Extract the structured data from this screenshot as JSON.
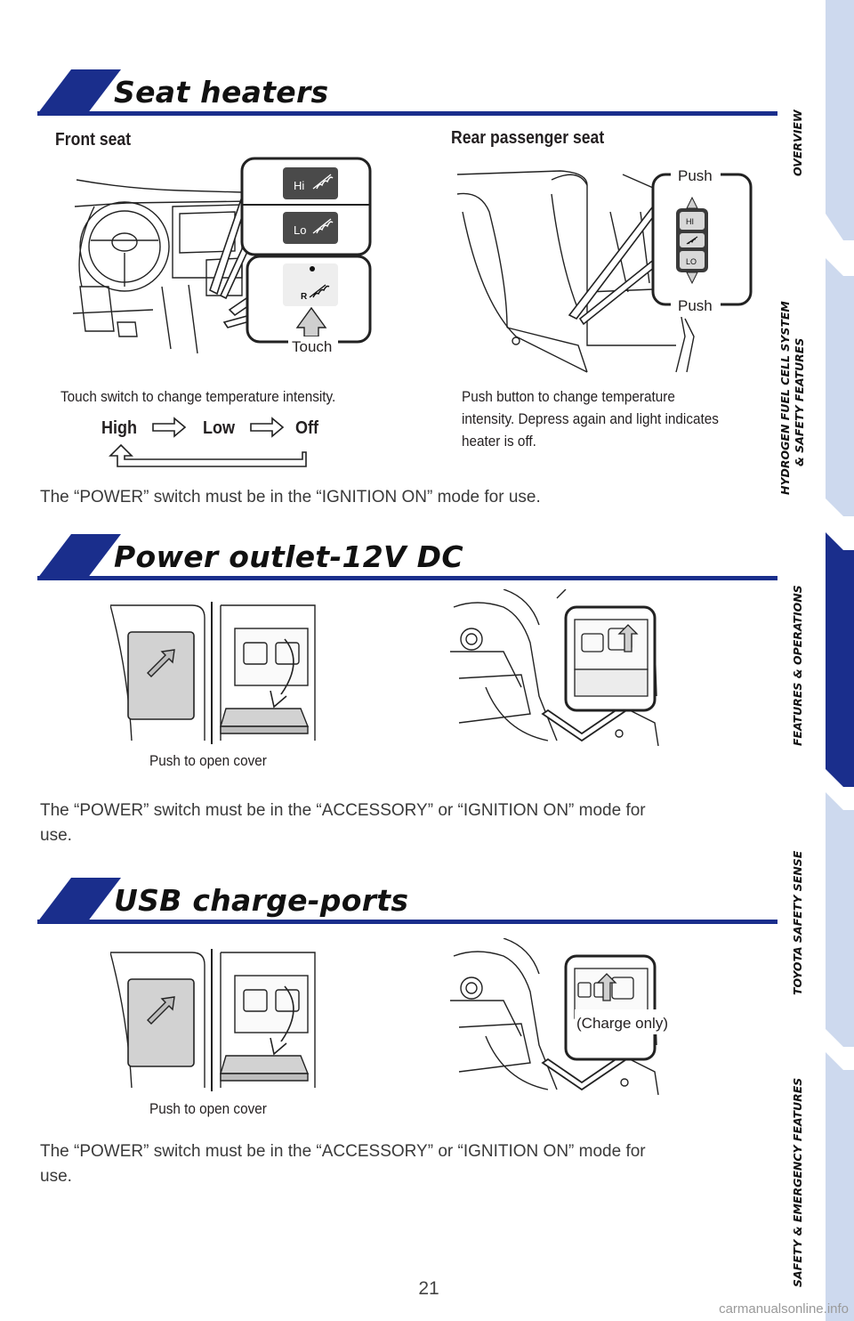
{
  "sections": {
    "seat_heaters": {
      "title": "Seat heaters",
      "front_label": "Front seat",
      "rear_label": "Rear passenger seat",
      "touch_label": "Touch",
      "push_top_label": "Push",
      "push_bottom_label": "Push",
      "hi_label": "Hi",
      "lo_label": "Lo",
      "rear_hi_label": "HI",
      "rear_lo_label": "LO",
      "r_label": "R",
      "front_caption": "Touch switch to change temperature intensity.",
      "rear_caption_1": "Push button to change temperature",
      "rear_caption_2": "intensity. Depress again and light indicates",
      "rear_caption_3": "heater is off.",
      "flow": {
        "high": "High",
        "low": "Low",
        "off": "Off"
      },
      "note": "The “POWER” switch must be in the “IGNITION ON” mode for use."
    },
    "power_outlet": {
      "title": "Power outlet-12V DC",
      "caption": "Push to open cover",
      "note_1": "The “POWER” switch must be in the “ACCESSORY” or “IGNITION ON” mode for",
      "note_2": "use."
    },
    "usb": {
      "title": "USB charge-ports",
      "caption": "Push to open cover",
      "charge_only": "(Charge only)",
      "note_1": "The “POWER” switch must be in the “ACCESSORY” or “IGNITION ON” mode for",
      "note_2": "use."
    }
  },
  "sidenav": {
    "items": [
      {
        "label": "OVERVIEW",
        "active": false
      },
      {
        "label_1": "HYDROGEN FUEL CELL SYSTEM",
        "label_2": "& SAFETY FEATURES",
        "active": false
      },
      {
        "label": "FEATURES & OPERATIONS",
        "active": true
      },
      {
        "label": "TOYOTA SAFETY SENSE",
        "active": false
      },
      {
        "label": "SAFETY & EMERGENCY FEATURES",
        "active": false
      }
    ],
    "colors": {
      "inactive": "#cdd9ee",
      "active": "#1a2e8c"
    }
  },
  "page_number": "21",
  "watermark": "carmanualsonline.info",
  "colors": {
    "accent": "#1a2e8c"
  }
}
